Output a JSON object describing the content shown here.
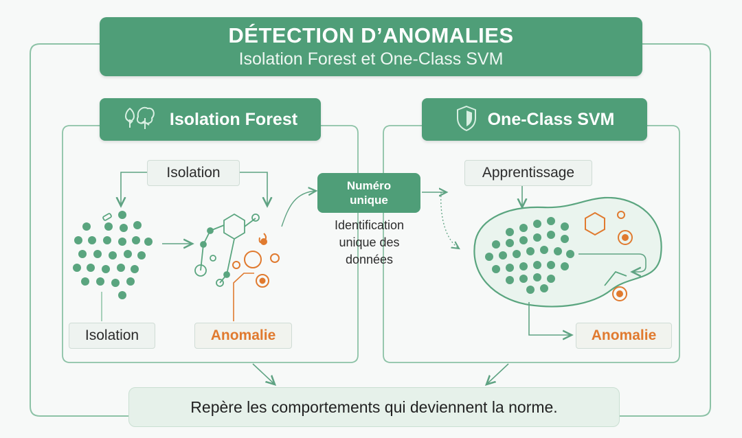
{
  "title": {
    "main": "DÉTECTION D’ANOMALIES",
    "subtitle": "Isolation Forest et One-Class SVM"
  },
  "isolation_forest": {
    "header": "Isolation Forest",
    "icon": "trees-icon",
    "chip_top": "Isolation",
    "chip_bottom_left": "Isolation",
    "chip_bottom_right": "Anomalie"
  },
  "one_class_svm": {
    "header": "One-Class SVM",
    "icon": "shield-icon",
    "chip_top": "Apprentissage",
    "chip_anomaly": "Anomalie"
  },
  "center": {
    "label_line1": "Numéro",
    "label_line2": "unique",
    "desc_line1": "Identification",
    "desc_line2": "unique des",
    "desc_line3": "données"
  },
  "footer": "Repère les comportements qui deviennent la norme.",
  "colors": {
    "green": "#4f9e78",
    "light_green": "#e6f1ea",
    "orange": "#e07a2f",
    "line": "#6fb08f"
  }
}
